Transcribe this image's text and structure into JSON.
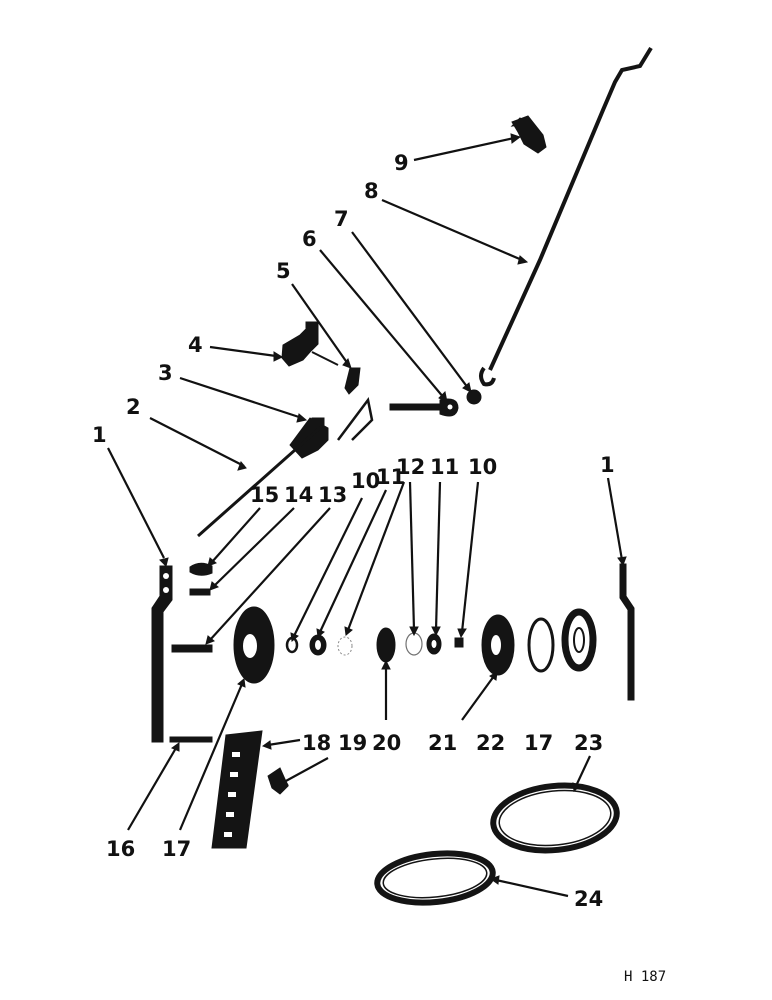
{
  "figure": {
    "reference_code": "H 187",
    "ink_color": "#141414",
    "background_color": "#ffffff"
  },
  "callouts": [
    {
      "id": "c1",
      "label": "1"
    },
    {
      "id": "c2",
      "label": "2"
    },
    {
      "id": "c3",
      "label": "3"
    },
    {
      "id": "c4",
      "label": "4"
    },
    {
      "id": "c5",
      "label": "5"
    },
    {
      "id": "c6",
      "label": "6"
    },
    {
      "id": "c7",
      "label": "7"
    },
    {
      "id": "c8",
      "label": "8"
    },
    {
      "id": "c9",
      "label": "9"
    },
    {
      "id": "c10a",
      "label": "10"
    },
    {
      "id": "c11a",
      "label": "11"
    },
    {
      "id": "c12",
      "label": "12"
    },
    {
      "id": "c11b",
      "label": "11"
    },
    {
      "id": "c10b",
      "label": "10"
    },
    {
      "id": "c1b",
      "label": "1"
    },
    {
      "id": "c15",
      "label": "15"
    },
    {
      "id": "c14",
      "label": "14"
    },
    {
      "id": "c13",
      "label": "13"
    },
    {
      "id": "c16",
      "label": "16"
    },
    {
      "id": "c17a",
      "label": "17"
    },
    {
      "id": "c18",
      "label": "18"
    },
    {
      "id": "c19",
      "label": "19"
    },
    {
      "id": "c20",
      "label": "20"
    },
    {
      "id": "c21",
      "label": "21"
    },
    {
      "id": "c22",
      "label": "22"
    },
    {
      "id": "c17b",
      "label": "17"
    },
    {
      "id": "c23",
      "label": "23"
    },
    {
      "id": "c24",
      "label": "24"
    }
  ]
}
